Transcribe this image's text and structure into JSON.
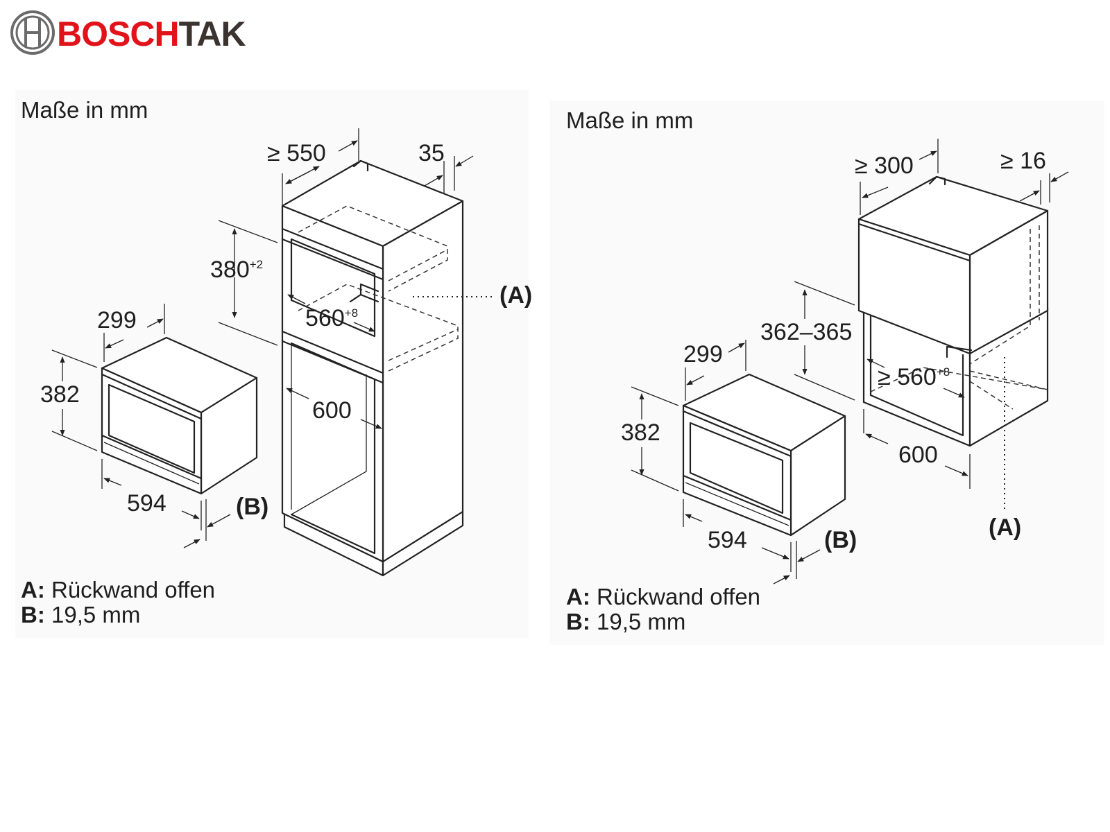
{
  "logo": {
    "text_red": "BOSCH",
    "text_dark": "TAK",
    "color_red": "#e2121b",
    "color_dark": "#3a3330"
  },
  "panels": [
    {
      "title": "Maße in mm",
      "dims": {
        "niche_depth": "≥ 550",
        "niche_gap": "35",
        "niche_height": "380",
        "niche_height_tol": "+2",
        "niche_width": "560",
        "niche_width_tol": "+8",
        "cabinet_width": "600",
        "appliance_depth": "299",
        "appliance_height": "382",
        "appliance_width": "594",
        "label_a": "(A)",
        "label_b": "(B)"
      },
      "legend": [
        {
          "key": "A:",
          "text": " Rückwand offen"
        },
        {
          "key": "B:",
          "text": " 19,5 mm"
        }
      ]
    },
    {
      "title": "Maße in mm",
      "dims": {
        "niche_depth": "≥ 300",
        "niche_gap": "≥ 16",
        "niche_height": "362–365",
        "niche_width": "≥ 560",
        "niche_width_tol": "+8",
        "cabinet_width": "600",
        "appliance_depth": "299",
        "appliance_height": "382",
        "appliance_width": "594",
        "label_a": "(A)",
        "label_b": "(B)"
      },
      "legend": [
        {
          "key": "A:",
          "text": " Rückwand offen"
        },
        {
          "key": "B:",
          "text": " 19,5 mm"
        }
      ]
    }
  ]
}
